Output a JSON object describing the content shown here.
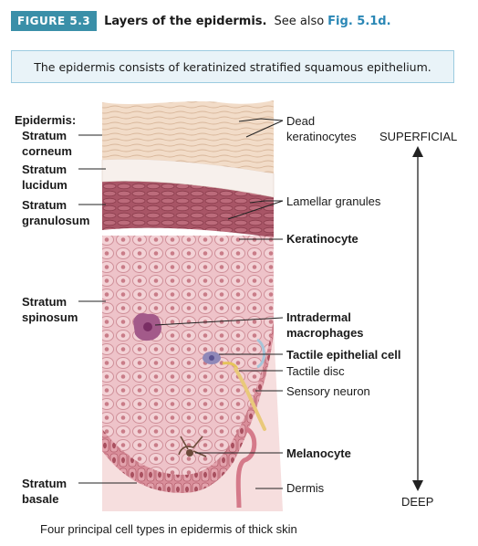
{
  "figure": {
    "number": "FIGURE 5.3",
    "title": "Layers of the epidermis.",
    "see_also": "See also",
    "ref": "Fig. 5.1d."
  },
  "summary": "The epidermis consists of keratinized stratified squamous epithelium.",
  "left_labels": {
    "epidermis": "Epidermis:",
    "corneum": [
      "Stratum",
      "corneum"
    ],
    "lucidum": [
      "Stratum",
      "lucidum"
    ],
    "granulosum": [
      "Stratum",
      "granulosum"
    ],
    "spinosum": [
      "Stratum",
      "spinosum"
    ],
    "basale": [
      "Stratum",
      "basale"
    ]
  },
  "right_labels": {
    "dead_keratinocytes": [
      "Dead",
      "keratinocytes"
    ],
    "lamellar_granules": "Lamellar granules",
    "keratinocyte": "Keratinocyte",
    "intradermal_macrophages": [
      "Intradermal",
      "macrophages"
    ],
    "tactile_epithelial_cell": "Tactile epithelial cell",
    "tactile_disc": "Tactile disc",
    "sensory_neuron": "Sensory neuron",
    "melanocyte": "Melanocyte",
    "dermis": "Dermis"
  },
  "axis": {
    "top": "SUPERFICIAL",
    "bottom": "DEEP"
  },
  "caption": "Four principal cell types in epidermis of thick skin",
  "colors": {
    "badge": "#3a8fa8",
    "ref_link": "#2a87b5",
    "box_fill": "#e9f3f8",
    "box_border": "#9ccbe0",
    "corneum": "#f0d9c4",
    "granulosum": "#b0606e",
    "spinosum": "#e8b9c0",
    "dermis": "#f6dede"
  }
}
